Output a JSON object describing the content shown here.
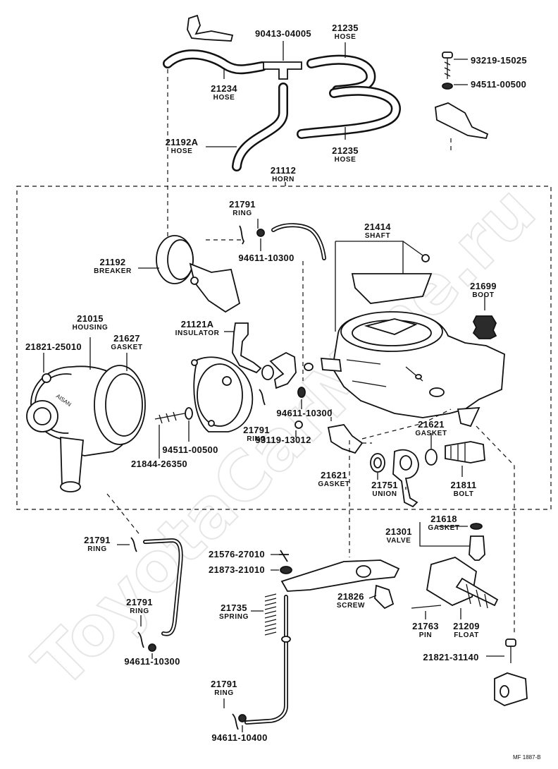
{
  "watermark": "ToyotaCarMine.ru",
  "figure_code": "MF 1887-B",
  "callouts": [
    {
      "id": "c-90413",
      "part_no": "90413-04005",
      "name": ""
    },
    {
      "id": "c-21235a",
      "part_no": "21235",
      "name": "HOSE"
    },
    {
      "id": "c-93219",
      "part_no": "93219-15025",
      "name": ""
    },
    {
      "id": "c-94511a",
      "part_no": "94511-00500",
      "name": ""
    },
    {
      "id": "c-21234",
      "part_no": "21234",
      "name": "HOSE"
    },
    {
      "id": "c-21192a",
      "part_no": "21192A",
      "name": "HOSE"
    },
    {
      "id": "c-21235b",
      "part_no": "21235",
      "name": "HOSE"
    },
    {
      "id": "c-21112",
      "part_no": "21112",
      "name": "HORN"
    },
    {
      "id": "c-21791a",
      "part_no": "21791",
      "name": "RING"
    },
    {
      "id": "c-21414",
      "part_no": "21414",
      "name": "SHAFT"
    },
    {
      "id": "c-94611a",
      "part_no": "94611-10300",
      "name": ""
    },
    {
      "id": "c-21192",
      "part_no": "21192",
      "name": "BREAKER"
    },
    {
      "id": "c-21699",
      "part_no": "21699",
      "name": "BOOT"
    },
    {
      "id": "c-21015",
      "part_no": "21015",
      "name": "HOUSING"
    },
    {
      "id": "c-21121a",
      "part_no": "21121A",
      "name": "INSULATOR"
    },
    {
      "id": "c-21627",
      "part_no": "21627",
      "name": "GASKET"
    },
    {
      "id": "c-21821a",
      "part_no": "21821-25010",
      "name": ""
    },
    {
      "id": "c-94611b",
      "part_no": "94611-10300",
      "name": ""
    },
    {
      "id": "c-21621a",
      "part_no": "21621",
      "name": "GASKET"
    },
    {
      "id": "c-21791b",
      "part_no": "21791",
      "name": "RING"
    },
    {
      "id": "c-94511b",
      "part_no": "94511-00500",
      "name": ""
    },
    {
      "id": "c-93119",
      "part_no": "93119-13012",
      "name": ""
    },
    {
      "id": "c-21844",
      "part_no": "21844-26350",
      "name": ""
    },
    {
      "id": "c-21621b",
      "part_no": "21621",
      "name": "GASKET"
    },
    {
      "id": "c-21751",
      "part_no": "21751",
      "name": "UNION"
    },
    {
      "id": "c-21811",
      "part_no": "21811",
      "name": "BOLT"
    },
    {
      "id": "c-21618",
      "part_no": "21618",
      "name": "GASKET"
    },
    {
      "id": "c-21301",
      "part_no": "21301",
      "name": "VALVE"
    },
    {
      "id": "c-21791c",
      "part_no": "21791",
      "name": "RING"
    },
    {
      "id": "c-21576",
      "part_no": "21576-27010",
      "name": ""
    },
    {
      "id": "c-21873",
      "part_no": "21873-21010",
      "name": ""
    },
    {
      "id": "c-21826",
      "part_no": "21826",
      "name": "SCREW"
    },
    {
      "id": "c-21791d",
      "part_no": "21791",
      "name": "RING"
    },
    {
      "id": "c-21735",
      "part_no": "21735",
      "name": "SPRING"
    },
    {
      "id": "c-21763",
      "part_no": "21763",
      "name": "PIN"
    },
    {
      "id": "c-21209",
      "part_no": "21209",
      "name": "FLOAT"
    },
    {
      "id": "c-94611c",
      "part_no": "94611-10300",
      "name": ""
    },
    {
      "id": "c-21821b",
      "part_no": "21821-31140",
      "name": ""
    },
    {
      "id": "c-21791e",
      "part_no": "21791",
      "name": "RING"
    },
    {
      "id": "c-94611d",
      "part_no": "94611-10400",
      "name": ""
    }
  ],
  "housing_cast_text": "AISAN"
}
